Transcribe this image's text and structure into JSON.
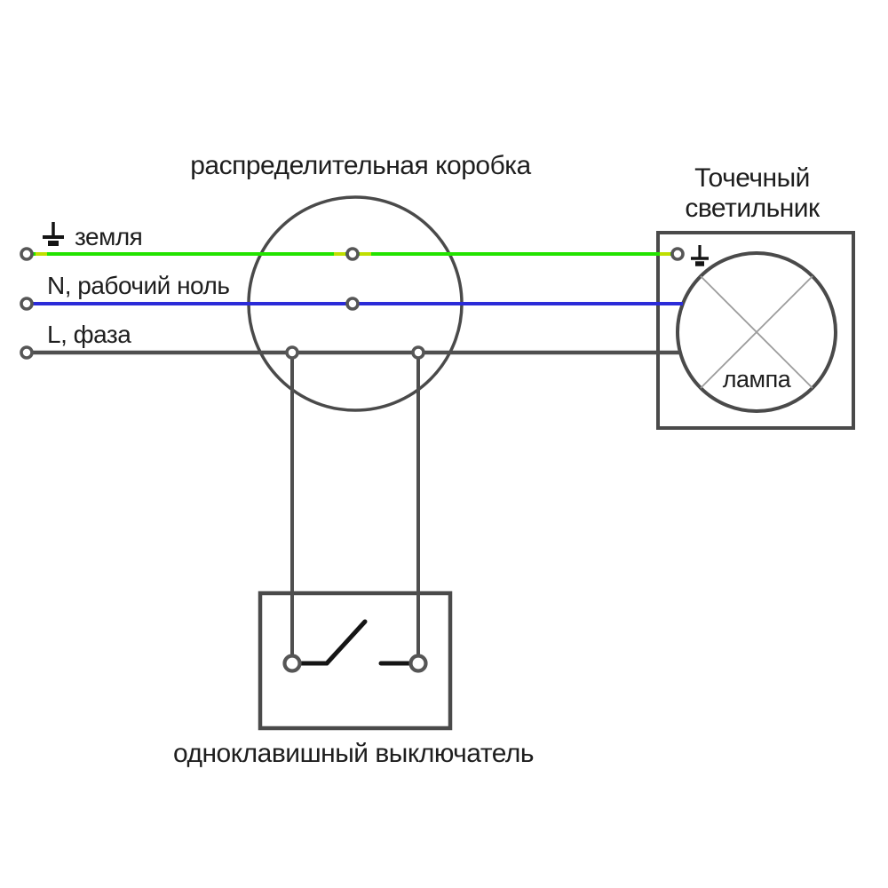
{
  "diagram": {
    "distribution_box": {
      "label": "распределительная коробка"
    },
    "spotlight": {
      "title_line1": "Точечный",
      "title_line2": "светильник",
      "lamp_label": "лампа"
    },
    "switch": {
      "label": "одноклавишный выключатель"
    },
    "wires": {
      "ground_label": "земля",
      "neutral_label": "N, рабочий ноль",
      "phase_label": "L, фаза"
    },
    "icons": {
      "ground_symbol": "earth-ground-symbol",
      "lamp_symbol": "lamp-cross-symbol"
    },
    "colors": {
      "ground": "#23e300",
      "ground_accent": "#bfdf00",
      "neutral": "#2b2bd8",
      "phase": "#4f4f4f",
      "outline": "#4a4a4a",
      "terminal_ring": "#565656",
      "lever": "#151515",
      "lamp_cross": "#9c9c9c",
      "text": "#1e1e1e"
    }
  }
}
